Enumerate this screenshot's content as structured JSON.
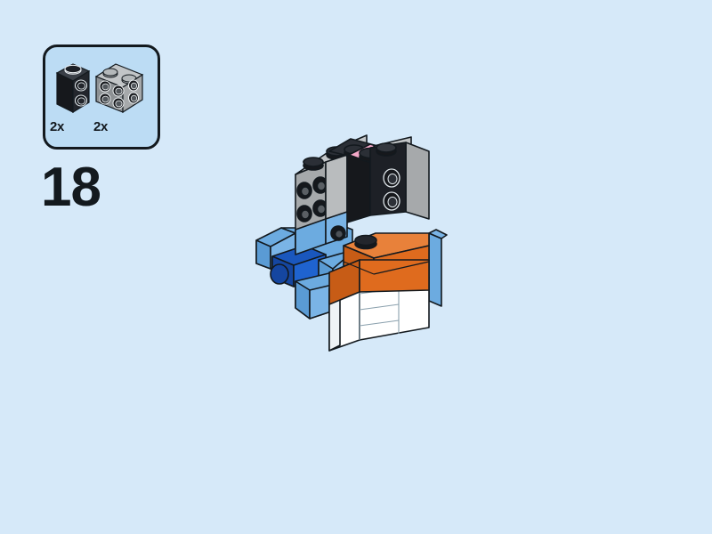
{
  "page": {
    "background_color": "#d6e9f9",
    "type": "lego-building-instructions",
    "step_number": "18"
  },
  "parts_callout": {
    "border_color": "#13191e",
    "fill_color": "#bcdcf4",
    "parts": [
      {
        "name": "brick-1x1x2-with-studs-on-side",
        "color_name": "black",
        "color": "#16181c",
        "quantity_label": "2x",
        "stud_count_side": 2
      },
      {
        "name": "brick-1x2x2-with-studs-on-side",
        "color_name": "light-bluish-gray",
        "color": "#a3a6a8",
        "quantity_label": "2x",
        "stud_count_side": 4
      }
    ]
  },
  "model": {
    "name": "bird-character-assembly",
    "colors": {
      "light_gray": "#a6a9ab",
      "light_gray_dark": "#8d9194",
      "light_gray_top": "#c2c5c7",
      "black": "#16181c",
      "black_light": "#2b2f36",
      "black_top": "#3a3f47",
      "pink": "#f4a8c8",
      "pink_dark": "#e291b4",
      "orange": "#df6b1e",
      "orange_dark": "#c75c16",
      "orange_top": "#e8813a",
      "white": "#ffffff",
      "white_shade": "#e8eef2",
      "blue_light": "#6cabe0",
      "blue_mid": "#5a9bd4",
      "blue_dark": "#1a57bd",
      "blue_darker": "#1546a0",
      "outline": "#13191e"
    },
    "sections": [
      {
        "name": "head",
        "colors": [
          "light_gray",
          "black",
          "pink"
        ]
      },
      {
        "name": "body",
        "colors": [
          "orange",
          "white"
        ]
      },
      {
        "name": "wings",
        "colors": [
          "blue_light",
          "blue_dark"
        ]
      }
    ]
  },
  "chart_data": null
}
